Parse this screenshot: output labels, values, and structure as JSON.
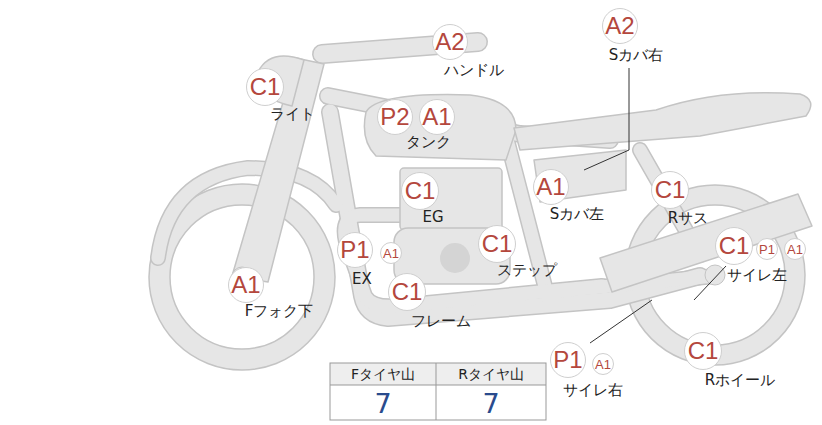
{
  "diagram": {
    "nodes": [
      {
        "text": [
          "A2"
        ]
      },
      {
        "text": [
          "A2"
        ]
      },
      {
        "text": [
          "C1"
        ]
      },
      {
        "text": [
          "P2"
        ]
      },
      {
        "text": [
          "A1"
        ]
      },
      {
        "text": [
          "C1"
        ]
      },
      {
        "text": [
          "A1"
        ]
      },
      {
        "text": [
          "C1"
        ]
      },
      {
        "text": [
          "C1"
        ]
      },
      {
        "text": [
          "P1"
        ]
      },
      {
        "text": [
          "A1"
        ]
      },
      {
        "text": [
          "C1"
        ]
      },
      {
        "text": [
          "P1"
        ]
      },
      {
        "text": [
          "A1"
        ]
      },
      {
        "text": [
          "A1"
        ]
      },
      {
        "text": [
          "C1"
        ]
      },
      {
        "text": [
          "C1"
        ]
      },
      {
        "text": [
          "P1"
        ]
      },
      {
        "text": [
          "A1"
        ]
      }
    ],
    "labels": [
      "Sカバ右",
      "ハンドル",
      "ライト",
      "タンク",
      "EG",
      "Sカバ左",
      "Rサス",
      "ステップ",
      "EX",
      "サイレ左",
      "Fフォク下",
      "フレーム",
      "Rホイール",
      "サイレ右",
      "Fタイヤ山",
      "Rタイヤ山",
      "7",
      "7"
    ]
  }
}
